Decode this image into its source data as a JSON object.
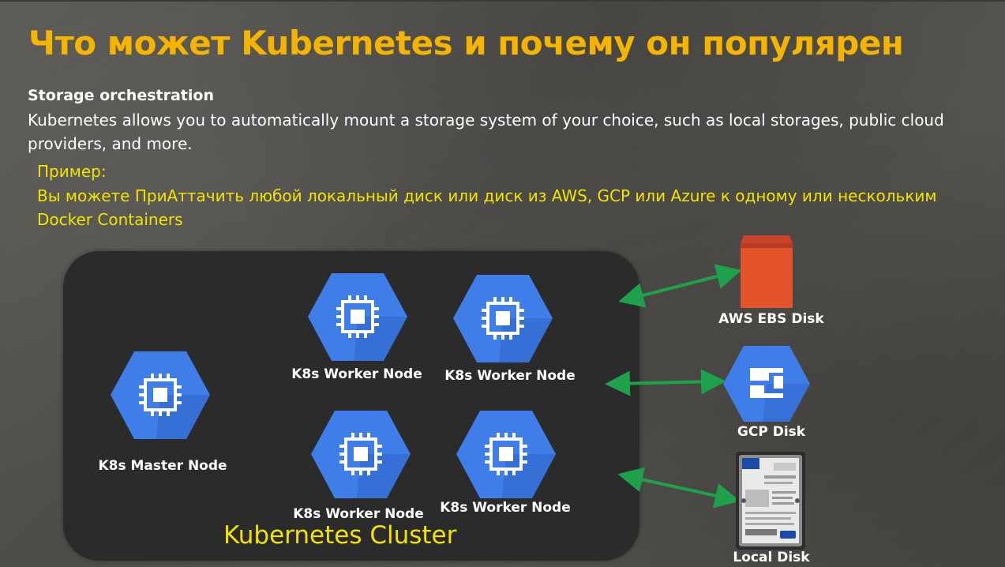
{
  "slide": {
    "title": "Что может Kubernetes и почему он популярен",
    "section_heading": "Storage orchestration",
    "section_body": "Kubernetes allows you to automatically mount a storage system of your choice, such as local storages, public cloud providers, and more.",
    "example_label": "Пример:",
    "example_text": "Вы можете ПриАттачить любой локальный диск или диск из AWS, GCP или Azure к одному или нескольким Docker Containers"
  },
  "diagram": {
    "cluster_label": "Kubernetes Cluster",
    "master_node": {
      "label": "K8s Master Node",
      "icon": "compute-engine-chip-icon"
    },
    "worker_nodes": [
      {
        "label": "K8s Worker Node"
      },
      {
        "label": "K8s Worker Node"
      },
      {
        "label": "K8s Worker Node"
      },
      {
        "label": "K8s Worker Node"
      }
    ],
    "storage_targets": [
      {
        "label": "AWS EBS Disk",
        "icon": "aws-ebs-volume-icon"
      },
      {
        "label": "GCP Disk",
        "icon": "gcp-persistent-disk-icon"
      },
      {
        "label": "Local Disk",
        "icon": "hard-drive-icon"
      }
    ]
  },
  "colors": {
    "title": "#f5b400",
    "highlight_text": "#f2e400",
    "node_blue": "#3f7ee8",
    "node_blue_dark": "#2f63c7",
    "arrow_green": "#1fa04a",
    "aws_orange": "#e3542d",
    "cluster_bg": "#2b2b2b"
  }
}
